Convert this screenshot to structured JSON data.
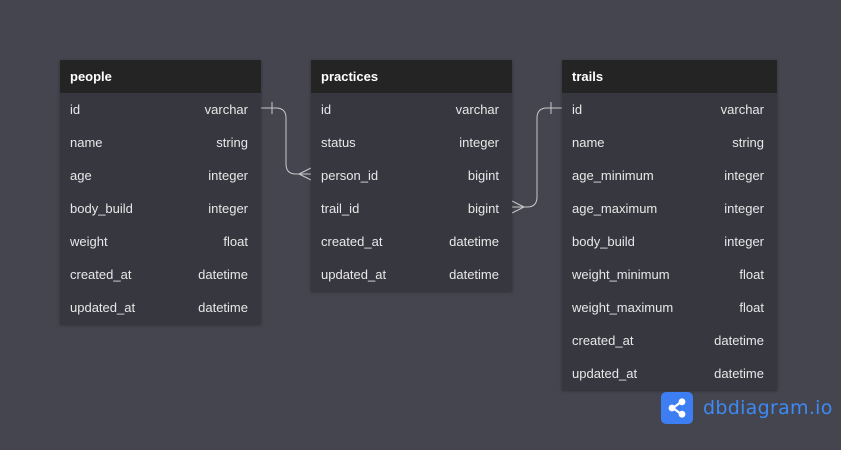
{
  "tables": {
    "people": {
      "name": "people",
      "fields": [
        {
          "name": "id",
          "type": "varchar"
        },
        {
          "name": "name",
          "type": "string"
        },
        {
          "name": "age",
          "type": "integer"
        },
        {
          "name": "body_build",
          "type": "integer"
        },
        {
          "name": "weight",
          "type": "float"
        },
        {
          "name": "created_at",
          "type": "datetime"
        },
        {
          "name": "updated_at",
          "type": "datetime"
        }
      ]
    },
    "practices": {
      "name": "practices",
      "fields": [
        {
          "name": "id",
          "type": "varchar"
        },
        {
          "name": "status",
          "type": "integer"
        },
        {
          "name": "person_id",
          "type": "bigint"
        },
        {
          "name": "trail_id",
          "type": "bigint"
        },
        {
          "name": "created_at",
          "type": "datetime"
        },
        {
          "name": "updated_at",
          "type": "datetime"
        }
      ]
    },
    "trails": {
      "name": "trails",
      "fields": [
        {
          "name": "id",
          "type": "varchar"
        },
        {
          "name": "name",
          "type": "string"
        },
        {
          "name": "age_minimum",
          "type": "integer"
        },
        {
          "name": "age_maximum",
          "type": "integer"
        },
        {
          "name": "body_build",
          "type": "integer"
        },
        {
          "name": "weight_minimum",
          "type": "float"
        },
        {
          "name": "weight_maximum",
          "type": "float"
        },
        {
          "name": "created_at",
          "type": "datetime"
        },
        {
          "name": "updated_at",
          "type": "datetime"
        }
      ]
    }
  },
  "relationships": [
    {
      "from": "people.id",
      "to": "practices.person_id",
      "cardinality": "one-to-many"
    },
    {
      "from": "trails.id",
      "to": "practices.trail_id",
      "cardinality": "one-to-many"
    }
  ],
  "brand": {
    "text": "dbdiagram.io",
    "icon": "share-nodes-icon",
    "color": "#3d8af5"
  },
  "colors": {
    "background": "#45454f",
    "table_body": "#37373f",
    "table_header": "#242424",
    "connector": "#c8c8c8"
  }
}
